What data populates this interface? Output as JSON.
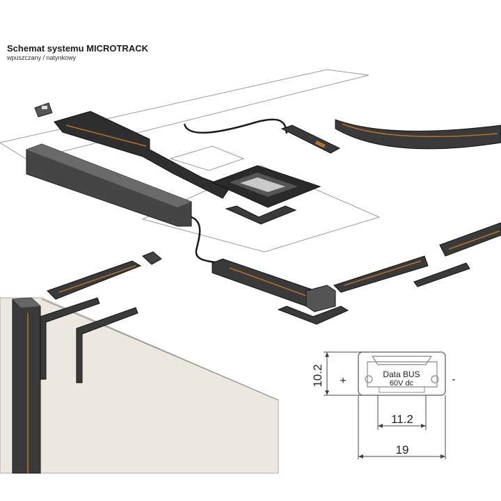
{
  "header": {
    "title": "Schemat systemu MICROTRACK",
    "subtitle": "wpuszczany / natynkowy"
  },
  "profile": {
    "label_line1": "Data BUS",
    "label_line2": "60V dc",
    "plus_sign": "+",
    "minus_sign": "-",
    "height_dim": "10.2",
    "inner_width_dim": "11.2",
    "outer_width_dim": "19"
  },
  "colors": {
    "track": "#3a3a3a",
    "track_dark": "#232323",
    "copper": "#b5722a",
    "wall": "#ede8df",
    "outline": "#8a8a8a"
  }
}
